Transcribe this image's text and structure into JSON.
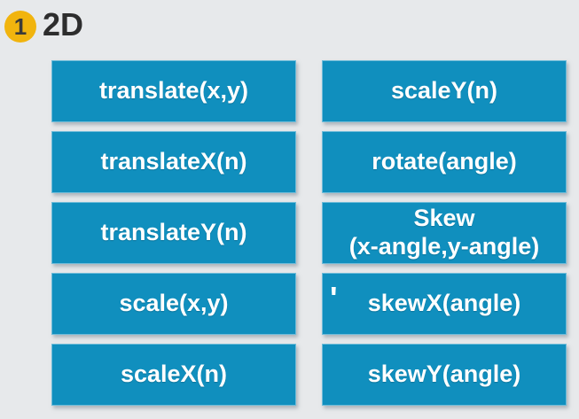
{
  "page": {
    "background_color": "#e7e9eb"
  },
  "header": {
    "step_number": "1",
    "badge_color": "#f1b40e",
    "title": "2D"
  },
  "theme": {
    "button_color": "#108fbe",
    "button_text_color": "#ffffff"
  },
  "buttons": {
    "left": [
      {
        "id": "translate",
        "lines": [
          "translate(x,y)"
        ]
      },
      {
        "id": "translateX",
        "lines": [
          "translateX(n)"
        ]
      },
      {
        "id": "translateY",
        "lines": [
          "translateY(n)"
        ]
      },
      {
        "id": "scale",
        "lines": [
          "scale(x,y)"
        ]
      },
      {
        "id": "scaleX",
        "lines": [
          "scaleX(n)"
        ]
      }
    ],
    "right": [
      {
        "id": "scaleY",
        "lines": [
          "scaleY(n)"
        ]
      },
      {
        "id": "rotate",
        "lines": [
          "rotate(angle)"
        ]
      },
      {
        "id": "skew",
        "lines": [
          "Skew",
          "(x-angle,y-angle)"
        ]
      },
      {
        "id": "skewX",
        "lines": [
          "skewX(angle)"
        ],
        "stray_mark": "'"
      },
      {
        "id": "skewY",
        "lines": [
          "skewY(angle)"
        ]
      }
    ]
  }
}
